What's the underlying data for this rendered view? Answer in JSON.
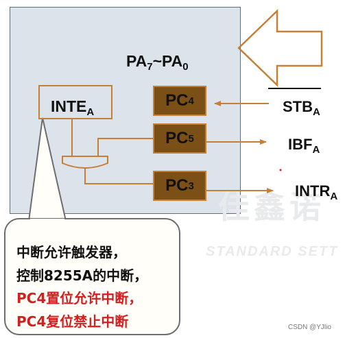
{
  "port": {
    "base": "PA",
    "sub_hi": "7",
    "sep": "~",
    "sub_lo": "0"
  },
  "inte": {
    "base": "INTE",
    "sub": "A"
  },
  "pins": [
    {
      "base": "PC",
      "sub": "4"
    },
    {
      "base": "PC",
      "sub": "5"
    },
    {
      "base": "PC",
      "sub": "3"
    }
  ],
  "signals": {
    "stb": {
      "base": "STB",
      "sub": "A"
    },
    "ibf": {
      "base": "IBF",
      "sub": "A"
    },
    "intr": {
      "base": "INTR",
      "sub": "A"
    }
  },
  "callout": {
    "lines": [
      "中断允许触发器，",
      "控制8255A的中断，",
      "PC4置位允许中断，",
      "PC4复位禁止中断"
    ]
  },
  "watermark": {
    "cn": "佳鑫诺",
    "en": "STANDARD SETT"
  },
  "credit": "CSDN @YJlio",
  "colors": {
    "panel": "#dde3ea",
    "accent": "#c58036",
    "pin_fill": "#7a5016",
    "warning_text": "#d21f1f"
  }
}
